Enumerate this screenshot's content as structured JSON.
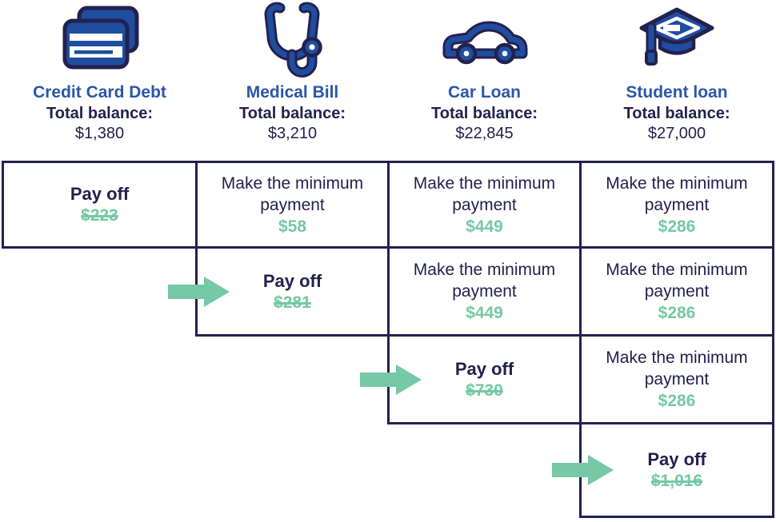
{
  "colors": {
    "navy": "#23214E",
    "green": "#75C9A4",
    "header_blue": "#2B57A8",
    "icon_blue": "#1F4DA0"
  },
  "header": {
    "columns": [
      {
        "icon": "credit-cards-icon",
        "title": "Credit Card Debt",
        "balance_label": "Total balance:",
        "balance": "$1,380"
      },
      {
        "icon": "stethoscope-icon",
        "title": "Medical Bill",
        "balance_label": "Total balance:",
        "balance": "$3,210"
      },
      {
        "icon": "car-icon",
        "title": "Car Loan",
        "balance_label": "Total balance:",
        "balance": "$22,845"
      },
      {
        "icon": "graduation-cap-icon",
        "title": "Student loan",
        "balance_label": "Total balance:",
        "balance": "$27,000"
      }
    ]
  },
  "table": {
    "rows": [
      {
        "cells": [
          {
            "col": 0,
            "type": "payoff",
            "label": "Pay off",
            "amount": "$223",
            "strikethrough": true,
            "arrow": false
          },
          {
            "col": 1,
            "type": "minimum",
            "label": "Make the minimum payment",
            "amount": "$58",
            "strikethrough": false,
            "arrow": false
          },
          {
            "col": 2,
            "type": "minimum",
            "label": "Make the minimum payment",
            "amount": "$449",
            "strikethrough": false,
            "arrow": false
          },
          {
            "col": 3,
            "type": "minimum",
            "label": "Make the minimum payment",
            "amount": "$286",
            "strikethrough": false,
            "arrow": false
          }
        ]
      },
      {
        "cells": [
          {
            "col": 1,
            "type": "payoff",
            "label": "Pay off",
            "amount": "$281",
            "strikethrough": true,
            "arrow": true
          },
          {
            "col": 2,
            "type": "minimum",
            "label": "Make the minimum payment",
            "amount": "$449",
            "strikethrough": false,
            "arrow": false
          },
          {
            "col": 3,
            "type": "minimum",
            "label": "Make the minimum payment",
            "amount": "$286",
            "strikethrough": false,
            "arrow": false
          }
        ]
      },
      {
        "cells": [
          {
            "col": 2,
            "type": "payoff",
            "label": "Pay off",
            "amount": "$730",
            "strikethrough": true,
            "arrow": true
          },
          {
            "col": 3,
            "type": "minimum",
            "label": "Make the minimum payment",
            "amount": "$286",
            "strikethrough": false,
            "arrow": false
          }
        ]
      },
      {
        "cells": [
          {
            "col": 3,
            "type": "payoff",
            "label": "Pay off",
            "amount": "$1,016",
            "strikethrough": true,
            "arrow": true
          }
        ]
      }
    ]
  }
}
